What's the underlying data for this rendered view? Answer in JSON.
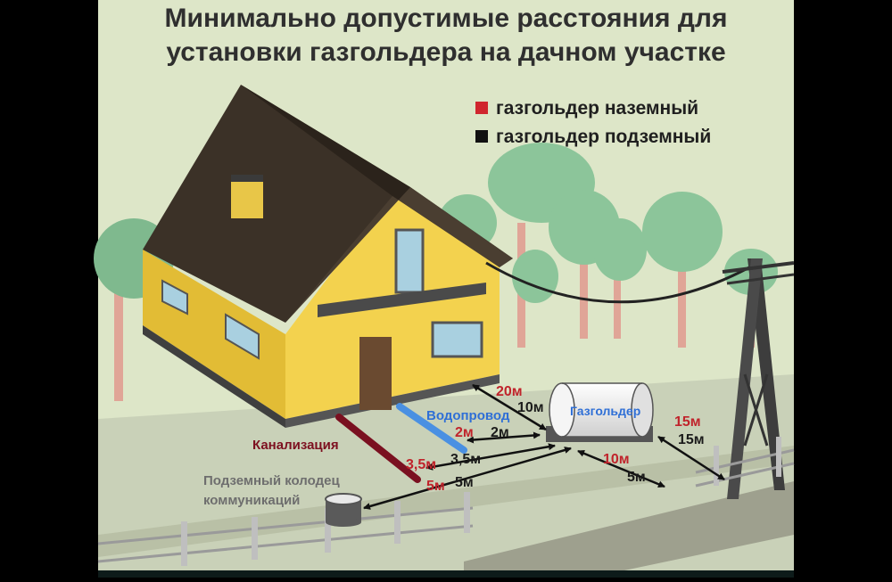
{
  "title": {
    "line1": "Минимально допустимые расстояния для",
    "line2": "установки газгольдера на дачном участке"
  },
  "legend": {
    "above_ground": "газгольдер  наземный",
    "underground": "газгольдер подземный",
    "above_color": "#d0262e",
    "under_color": "#111111"
  },
  "labels": {
    "water": "Водопровод",
    "sewer": "Канализация",
    "well_line1": "Подземный колодец",
    "well_line2": "коммуникаций",
    "tank": "Газгольдер"
  },
  "distances": {
    "house": {
      "above": "20м",
      "under": "10м"
    },
    "water": {
      "above": "2м",
      "under": "2м"
    },
    "sewer": {
      "above": "3,5м",
      "under": "3,5м"
    },
    "well": {
      "above": "5м",
      "under": "5м"
    },
    "road": {
      "above": "10м",
      "under": "5м"
    },
    "pole": {
      "above": "15м",
      "under": "15м"
    }
  },
  "colors": {
    "background": "#dde6c8",
    "wall": "#f3d24e",
    "roof": "#3b3127",
    "water_pipe": "#4a90e2",
    "sewer_pipe": "#7a1020"
  }
}
